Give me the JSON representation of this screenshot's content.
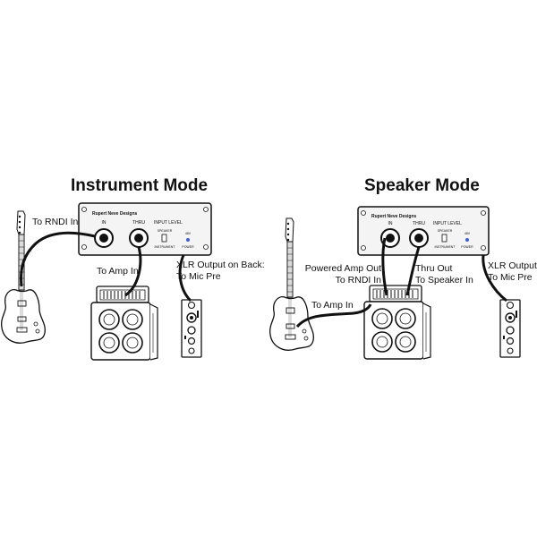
{
  "instrument_mode": {
    "title": "Instrument Mode",
    "box": {
      "brand": "Rupert Neve Designs",
      "jack_in": "IN",
      "jack_thru": "THRU",
      "input_level": "INPUT LEVEL",
      "speaker": "SPEAKER",
      "instrument": "INSTRUMENT",
      "phantom": "48V",
      "power": "POWER"
    },
    "labels": {
      "to_rndi_in": "To RNDI In",
      "to_amp_in": "To Amp In",
      "xlr_output_line1": "XLR Output on Back:",
      "xlr_output_line2": "To Mic Pre"
    }
  },
  "speaker_mode": {
    "title": "Speaker Mode",
    "box": {
      "brand": "Rupert Neve Designs",
      "jack_in": "IN",
      "jack_thru": "THRU",
      "input_level": "INPUT LEVEL",
      "speaker": "SPEAKER",
      "instrument": "INSTRUMENT",
      "phantom": "48V",
      "power": "POWER"
    },
    "labels": {
      "to_amp_in": "To Amp In",
      "powered_amp_out_line1": "Powered Amp Out",
      "powered_amp_out_line2": "To RNDI In",
      "thru_out_line1": "Thru Out",
      "thru_out_line2": "To Speaker In",
      "xlr_output_line1": "XLR Output",
      "xlr_output_line2": "To Mic Pre"
    }
  },
  "colors": {
    "ink": "#111111",
    "panel": "#f4f4f4",
    "power_led": "#3b5bdb"
  }
}
